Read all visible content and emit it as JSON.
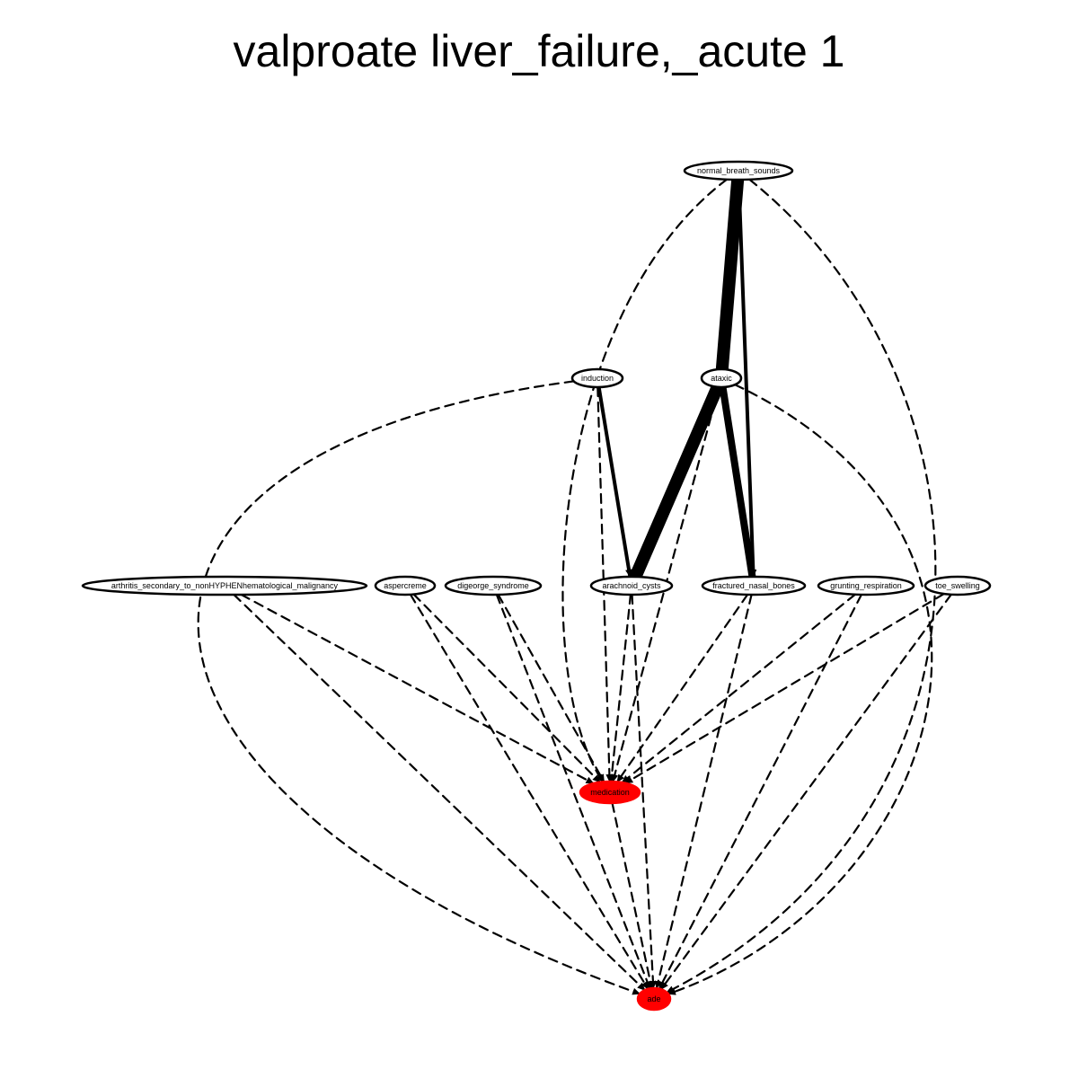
{
  "title": "valproate liver_failure,_acute 1",
  "nodes": {
    "normal_breath_sounds": {
      "label": "normal_breath_sounds",
      "fill": "#ffffff"
    },
    "induction": {
      "label": "induction",
      "fill": "#ffffff"
    },
    "ataxic": {
      "label": "ataxic",
      "fill": "#ffffff"
    },
    "arthritis": {
      "label": "arthritis_secondary_to_nonHYPHENhematological_malignancy",
      "fill": "#ffffff"
    },
    "aspercreme": {
      "label": "aspercreme",
      "fill": "#ffffff"
    },
    "digeorge_syndrome": {
      "label": "digeorge_syndrome",
      "fill": "#ffffff"
    },
    "arachnoid_cysts": {
      "label": "arachnoid_cysts",
      "fill": "#ffffff"
    },
    "fractured_nasal_bones": {
      "label": "fractured_nasal_bones",
      "fill": "#ffffff"
    },
    "grunting_respiration": {
      "label": "grunting_respiration",
      "fill": "#ffffff"
    },
    "toe_swelling": {
      "label": "toe_swelling",
      "fill": "#ffffff"
    },
    "medication": {
      "label": "medication",
      "fill": "#ff0000"
    },
    "ade": {
      "label": "ade",
      "fill": "#ff0000"
    }
  },
  "edges": [
    {
      "from": "normal_breath_sounds",
      "to": "ataxic",
      "style": "solid",
      "weight": "heavy"
    },
    {
      "from": "normal_breath_sounds",
      "to": "fractured_nasal_bones",
      "style": "solid",
      "weight": "light"
    },
    {
      "from": "ataxic",
      "to": "arachnoid_cysts",
      "style": "solid",
      "weight": "heavy"
    },
    {
      "from": "ataxic",
      "to": "fractured_nasal_bones",
      "style": "solid",
      "weight": "medium"
    },
    {
      "from": "induction",
      "to": "arachnoid_cysts",
      "style": "solid",
      "weight": "light"
    },
    {
      "from": "normal_breath_sounds",
      "to": "medication",
      "style": "dashed"
    },
    {
      "from": "normal_breath_sounds",
      "to": "ade",
      "style": "dashed"
    },
    {
      "from": "induction",
      "to": "medication",
      "style": "dashed"
    },
    {
      "from": "induction",
      "to": "ade",
      "style": "dashed"
    },
    {
      "from": "ataxic",
      "to": "medication",
      "style": "dashed"
    },
    {
      "from": "ataxic",
      "to": "ade",
      "style": "dashed"
    },
    {
      "from": "arthritis",
      "to": "medication",
      "style": "dashed"
    },
    {
      "from": "arthritis",
      "to": "ade",
      "style": "dashed"
    },
    {
      "from": "aspercreme",
      "to": "medication",
      "style": "dashed"
    },
    {
      "from": "aspercreme",
      "to": "ade",
      "style": "dashed"
    },
    {
      "from": "digeorge_syndrome",
      "to": "medication",
      "style": "dashed"
    },
    {
      "from": "digeorge_syndrome",
      "to": "ade",
      "style": "dashed"
    },
    {
      "from": "arachnoid_cysts",
      "to": "medication",
      "style": "dashed"
    },
    {
      "from": "arachnoid_cysts",
      "to": "ade",
      "style": "dashed"
    },
    {
      "from": "fractured_nasal_bones",
      "to": "medication",
      "style": "dashed"
    },
    {
      "from": "fractured_nasal_bones",
      "to": "ade",
      "style": "dashed"
    },
    {
      "from": "grunting_respiration",
      "to": "medication",
      "style": "dashed"
    },
    {
      "from": "grunting_respiration",
      "to": "ade",
      "style": "dashed"
    },
    {
      "from": "toe_swelling",
      "to": "medication",
      "style": "dashed"
    },
    {
      "from": "toe_swelling",
      "to": "ade",
      "style": "dashed"
    },
    {
      "from": "medication",
      "to": "ade",
      "style": "dashed"
    }
  ]
}
